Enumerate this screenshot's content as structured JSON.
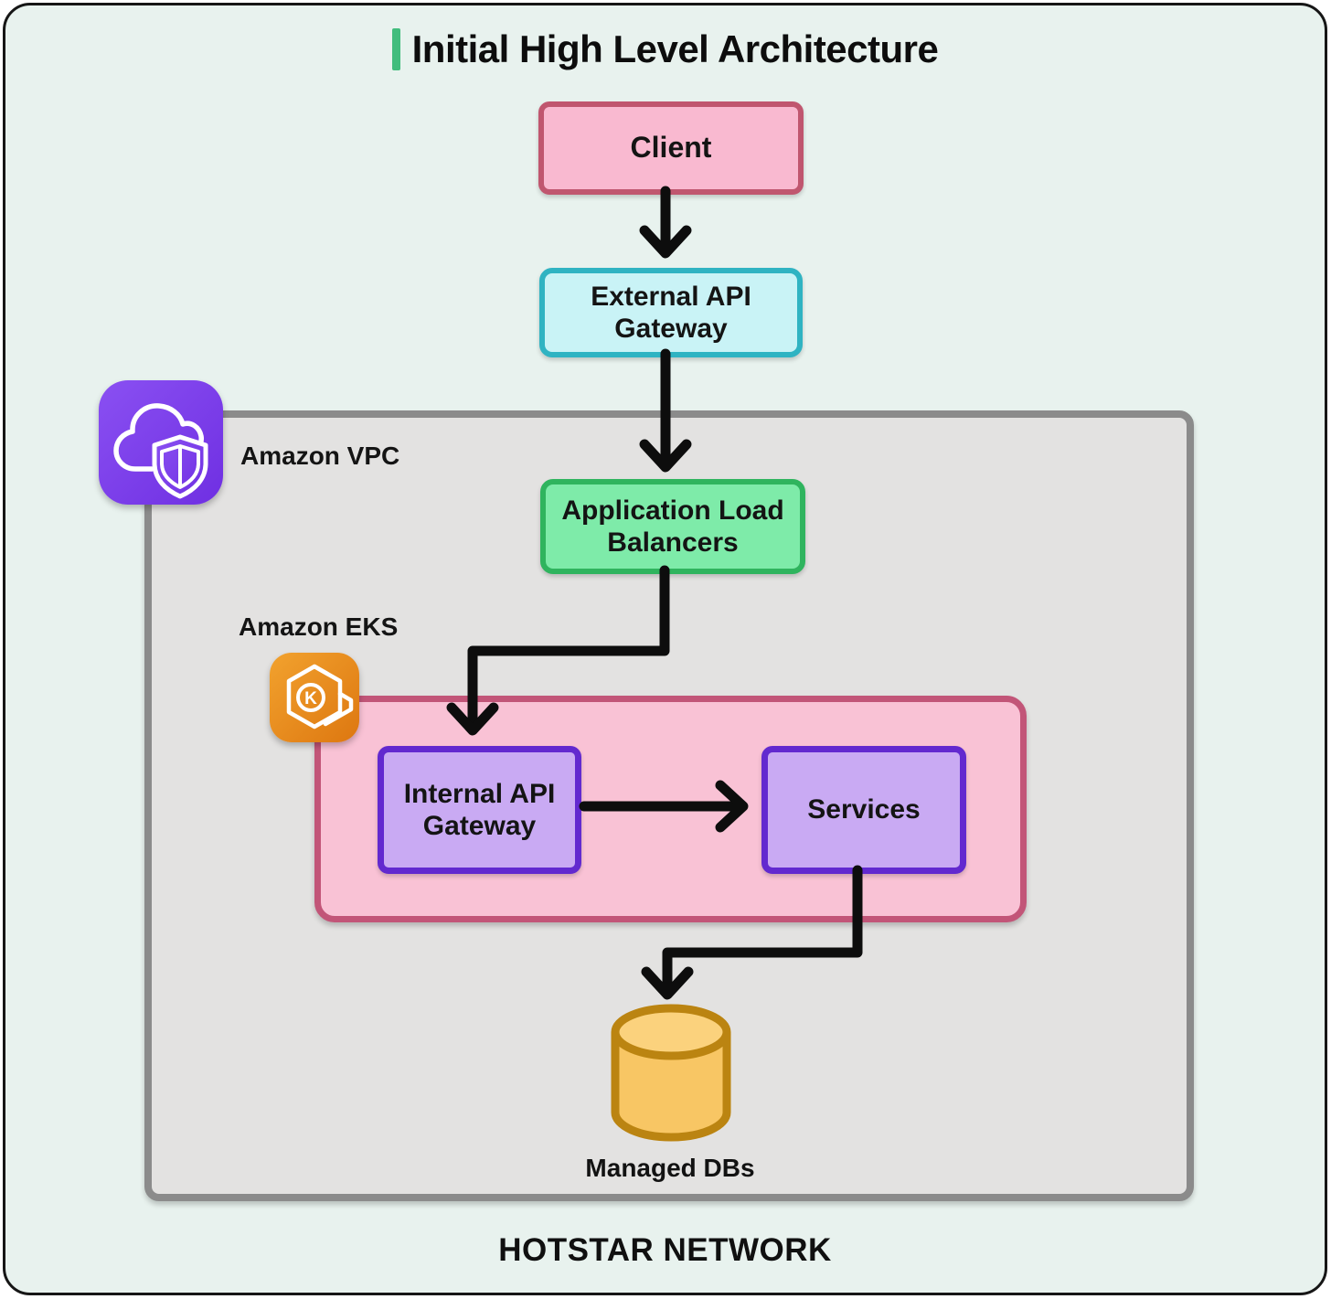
{
  "title": "Initial High Level Architecture",
  "title_accent_color": "#41bd7d",
  "background_color": "#e8f2ee",
  "nodes": {
    "client": {
      "label": "Client",
      "fill": "#f9b9d0",
      "border": "#c0566f"
    },
    "external_api_gateway": {
      "label": "External API Gateway",
      "fill": "#c9f3f6",
      "border": "#2fb3c2"
    },
    "application_load_balancers": {
      "label": "Application Load Balancers",
      "fill": "#7eeba9",
      "border": "#2fb45e"
    },
    "internal_api_gateway": {
      "label": "Internal API Gateway",
      "fill": "#c9aaf3",
      "border": "#6229cf"
    },
    "services": {
      "label": "Services",
      "fill": "#c9aaf3",
      "border": "#6229cf"
    },
    "managed_dbs": {
      "label": "Managed DBs",
      "fill": "#f8c664",
      "border": "#bb8411"
    }
  },
  "containers": {
    "vpc": {
      "label": "Amazon VPC",
      "fill": "#e3e2e1",
      "border": "#8b8b8b",
      "icon": "cloud-shield-icon",
      "icon_color": "#7d43f0"
    },
    "eks": {
      "label": "Amazon EKS",
      "fill": "#f9c2d5",
      "border": "#c25578",
      "icon": "eks-hexagon-k-icon",
      "icon_color": "#e8890f",
      "icon_letter": "K"
    },
    "network": {
      "label": "HOTSTAR NETWORK"
    }
  },
  "arrows": [
    {
      "from": "client",
      "to": "external_api_gateway"
    },
    {
      "from": "external_api_gateway",
      "to": "application_load_balancers"
    },
    {
      "from": "application_load_balancers",
      "to": "internal_api_gateway"
    },
    {
      "from": "internal_api_gateway",
      "to": "services"
    },
    {
      "from": "services",
      "to": "managed_dbs"
    }
  ],
  "arrow_color": "#0d0d0d"
}
